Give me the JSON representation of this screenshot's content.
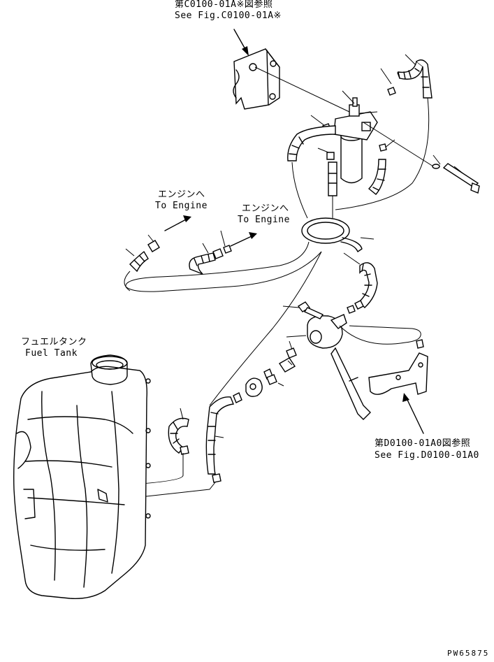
{
  "labels": {
    "ref_top_jp": "第C0100-01A※図参照",
    "ref_top_en": "See Fig.C0100-01A※",
    "engine1_jp": "エンジンへ",
    "engine1_en": "To Engine",
    "engine2_jp": "エンジンへ",
    "engine2_en": "To Engine",
    "tank_jp": "フュエルタンク",
    "tank_en": "Fuel Tank",
    "ref_bottom_jp": "第D0100-01A0図参照",
    "ref_bottom_en": "See Fig.D0100-01A0",
    "drawing_no": "PW65875"
  },
  "icons": [
    "arrow-icon",
    "fuel-filter-icon",
    "fuel-tank-icon",
    "hose-icon",
    "clamp-icon",
    "bolt-icon",
    "pump-icon",
    "bracket-icon"
  ]
}
